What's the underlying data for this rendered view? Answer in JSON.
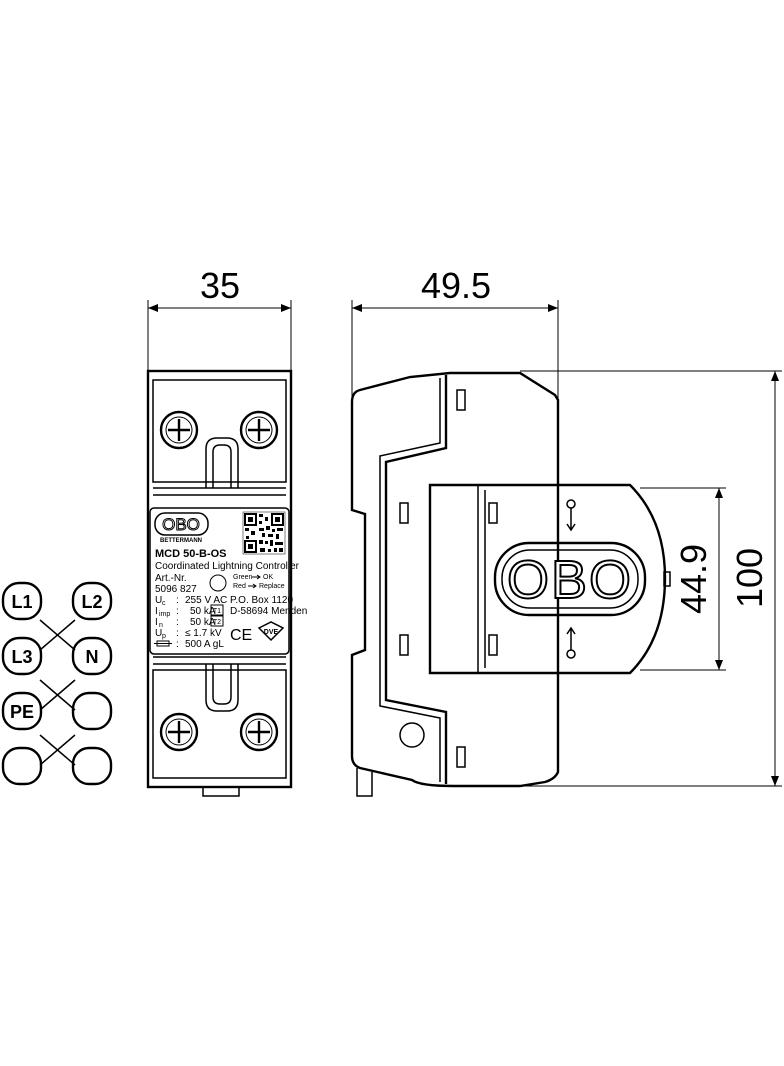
{
  "dimensions": {
    "width_front": "35",
    "width_side": "49.5",
    "height_window": "44.9",
    "height_total": "100"
  },
  "label": {
    "brand": "OBO",
    "sub_brand": "BETTERMANN",
    "model": "MCD 50-B-OS",
    "description": "Coordinated Lightning Controller",
    "art_nr_label": "Art.-Nr.",
    "art_nr": "5096 827",
    "green_text": "Green",
    "ok_text": "OK",
    "red_text": "Red",
    "replace_text": "Replace",
    "uc_symbol": "U",
    "uc_sub": "c",
    "uc_value": "255 V AC",
    "iimp_symbol": "I",
    "iimp_sub": "imp",
    "iimp_value": "50 kA",
    "iimp_class": "T1",
    "in_symbol": "I",
    "in_sub": "n",
    "in_value": "50 kA",
    "in_class": "T2",
    "up_symbol": "U",
    "up_sub": "p",
    "up_value": "≤ 1.7 kV",
    "fuse_value": "500 A gL",
    "address1": "P.O. Box 1120",
    "address2": "D-58694 Menden",
    "ce_mark": "CE",
    "vde_mark": "DVE"
  },
  "side_logo": "OBO",
  "markers": [
    "L1",
    "L2",
    "L3",
    "N",
    "PE"
  ],
  "colors": {
    "line": "#000000",
    "background": "#ffffff"
  }
}
